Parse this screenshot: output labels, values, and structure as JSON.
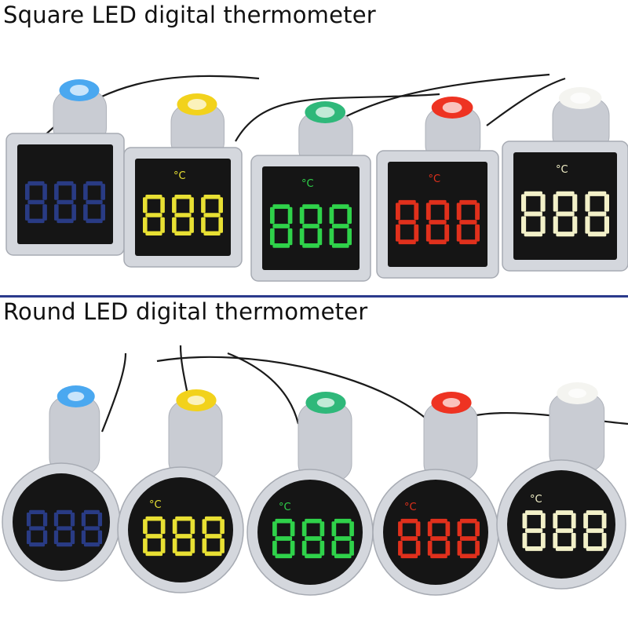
{
  "square_section": {
    "title": "Square LED digital thermometer",
    "units": [
      {
        "led_color": "#3a5be0",
        "cap_color": "#4aa8f0",
        "shows_unit": false
      },
      {
        "led_color": "#e8e033",
        "cap_color": "#f2d21c",
        "shows_unit": true
      },
      {
        "led_color": "#2fd24a",
        "cap_color": "#2fb87a",
        "shows_unit": true
      },
      {
        "led_color": "#e0301c",
        "cap_color": "#ee3322",
        "shows_unit": true
      },
      {
        "led_color": "#f2f0c8",
        "cap_color": "#f4f4f0",
        "shows_unit": true
      }
    ]
  },
  "round_section": {
    "title": "Round LED digital thermometer",
    "units": [
      {
        "led_color": "#3a5be0",
        "cap_color": "#4aa8f0",
        "shows_unit": false
      },
      {
        "led_color": "#e8e033",
        "cap_color": "#f2d21c",
        "shows_unit": true
      },
      {
        "led_color": "#2fd24a",
        "cap_color": "#2fb87a",
        "shows_unit": true
      },
      {
        "led_color": "#e0301c",
        "cap_color": "#ee3322",
        "shows_unit": true
      },
      {
        "led_color": "#f2f0c8",
        "cap_color": "#f4f4f0",
        "shows_unit": true
      }
    ]
  },
  "display": {
    "unit_symbol": "°C",
    "digits": "888"
  },
  "colors": {
    "body_gray": "#d4d7dd",
    "divider": "#2a3a8c",
    "screen": "#151515",
    "cable": "#1a1a1a"
  }
}
